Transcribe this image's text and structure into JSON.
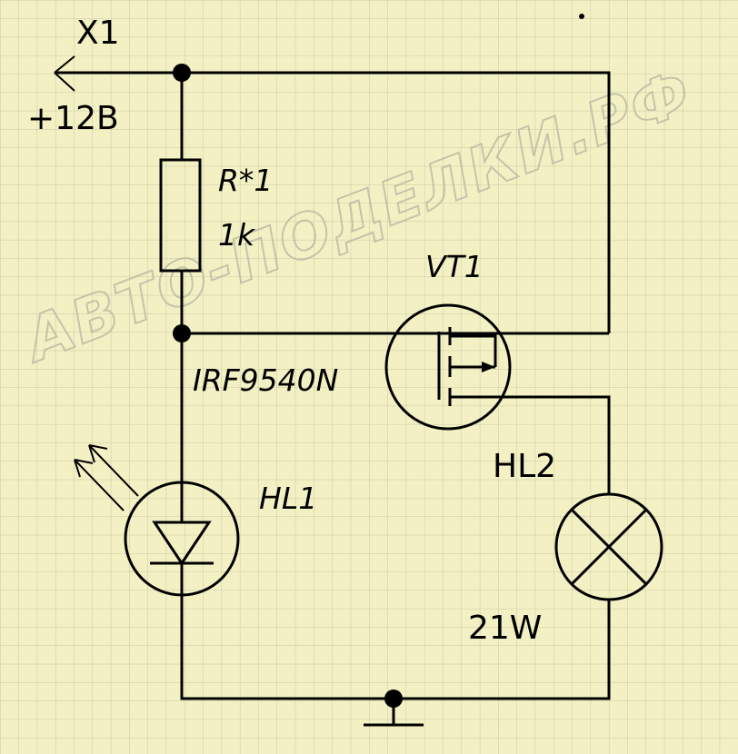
{
  "labels": {
    "connector": "X1",
    "supply": "+12B",
    "resistor_ref": "R*1",
    "resistor_value": "1k",
    "transistor_ref": "VT1",
    "transistor_part": "IRF9540N",
    "lamp_ref": "HL2",
    "lamp_power": "21W",
    "photodiode_ref": "HL1"
  },
  "watermark": "АВТО-ПОДЕЛКИ.РФ",
  "colors": {
    "background": "#f3f1c4",
    "grid": "#c9c6a4",
    "ink": "#000000",
    "watermark": "#b9b9a2"
  }
}
